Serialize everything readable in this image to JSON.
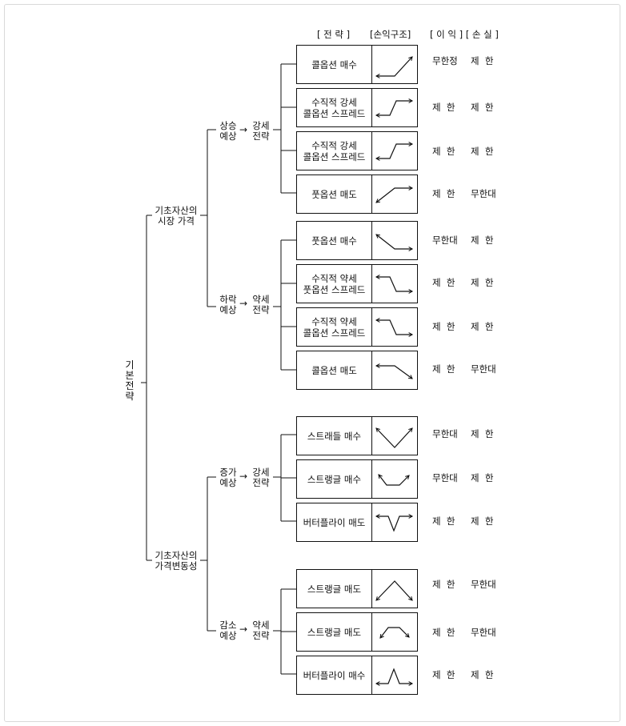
{
  "headers": {
    "strategy": "[ 전 략 ]",
    "structure": "[손익구조]",
    "pl": "[ 이 익 ] [ 손 실 ]"
  },
  "root": {
    "label": "기본전략"
  },
  "groups": [
    {
      "label": "기초자산의\n시장 가격",
      "subs": [
        {
          "view": "상승\n예상",
          "arrow": "→",
          "strategy": "강세\n전략",
          "items": [
            {
              "name": "콜옵션 매수",
              "profit": "무한정",
              "loss": "제  한",
              "icon": "long-call"
            },
            {
              "name": "수직적 강세\n콜옵션 스프레드",
              "profit": "제  한",
              "loss": "제  한",
              "icon": "bull-spread"
            },
            {
              "name": "수직적 강세\n콜옵션 스프레드",
              "profit": "제  한",
              "loss": "제  한",
              "icon": "bull-spread"
            },
            {
              "name": "풋옵션 매도",
              "profit": "제  한",
              "loss": "무한대",
              "icon": "short-put"
            }
          ]
        },
        {
          "view": "하락\n예상",
          "arrow": "→",
          "strategy": "약세\n전략",
          "items": [
            {
              "name": "풋옵션 매수",
              "profit": "무한대",
              "loss": "제  한",
              "icon": "long-put"
            },
            {
              "name": "수직적 약세\n풋옵션 스프레드",
              "profit": "제  한",
              "loss": "제  한",
              "icon": "bear-spread"
            },
            {
              "name": "수직적 약세\n콜옵션 스프레드",
              "profit": "제  한",
              "loss": "제  한",
              "icon": "bear-spread"
            },
            {
              "name": "콜옵션 매도",
              "profit": "제  한",
              "loss": "무한대",
              "icon": "short-call"
            }
          ]
        }
      ]
    },
    {
      "label": "기초자산의\n가격변동성",
      "subs": [
        {
          "view": "증가\n예상",
          "arrow": "→",
          "strategy": "강세\n전략",
          "items": [
            {
              "name": "스트래들 매수",
              "profit": "무한대",
              "loss": "제  한",
              "icon": "long-straddle"
            },
            {
              "name": "스트랭글 매수",
              "profit": "무한대",
              "loss": "제  한",
              "icon": "long-strangle"
            },
            {
              "name": "버터플라이 매도",
              "profit": "제  한",
              "loss": "제  한",
              "icon": "short-butterfly"
            }
          ]
        },
        {
          "view": "감소\n예상",
          "arrow": "→",
          "strategy": "약세\n전략",
          "items": [
            {
              "name": "스트랭글 매도",
              "profit": "제  한",
              "loss": "무한대",
              "icon": "short-straddle"
            },
            {
              "name": "스트랭글 매도",
              "profit": "제  한",
              "loss": "무한대",
              "icon": "short-strangle"
            },
            {
              "name": "버터플라이 매수",
              "profit": "제  한",
              "loss": "제  한",
              "icon": "long-butterfly"
            }
          ]
        }
      ]
    }
  ]
}
